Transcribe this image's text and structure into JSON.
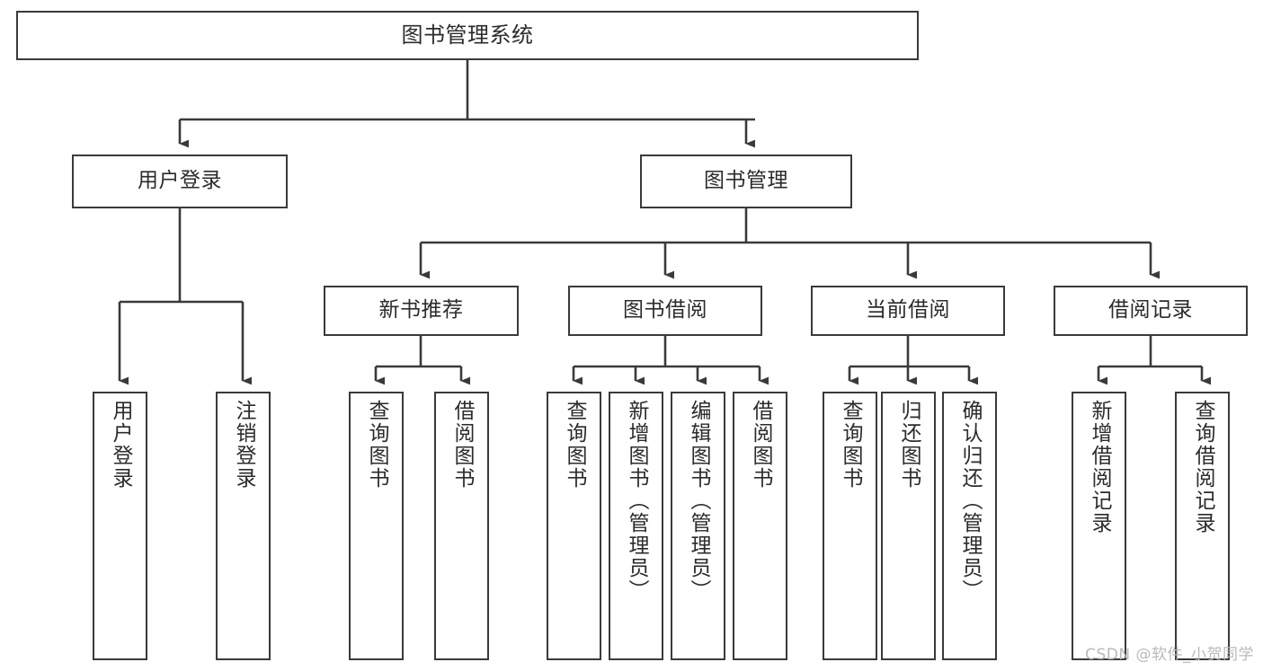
{
  "diagram": {
    "title": "图书管理系统",
    "type": "tree-hierarchy-chart",
    "colors": {
      "stroke": "#3a3a3a",
      "fill": "#ffffff",
      "text": "#2b2b2b",
      "watermark": "#b9b9b9"
    },
    "watermark": "CSDN @软件_小贺同学",
    "nodes": {
      "root": {
        "label": "图书管理系统",
        "level": 1
      },
      "user_login": {
        "label": "用户登录",
        "level": 2
      },
      "book_manage": {
        "label": "图书管理",
        "level": 2
      },
      "new_book_rec": {
        "label": "新书推荐",
        "level": 3
      },
      "book_borrow": {
        "label": "图书借阅",
        "level": 3
      },
      "current_borrow": {
        "label": "当前借阅",
        "level": 3
      },
      "borrow_record": {
        "label": "借阅记录",
        "level": 3
      },
      "leaf_user_login": {
        "label": "用户登录",
        "level": 4
      },
      "leaf_logout": {
        "label": "注销登录",
        "level": 4
      },
      "leaf_query_book_1": {
        "label": "查询图书",
        "level": 4
      },
      "leaf_borrow_book_1": {
        "label": "借阅图书",
        "level": 4
      },
      "leaf_query_book_2": {
        "label": "查询图书",
        "level": 4
      },
      "leaf_add_book": {
        "label": "新增图书（管理员）",
        "level": 4
      },
      "leaf_edit_book": {
        "label": "编辑图书（管理员）",
        "level": 4
      },
      "leaf_borrow_book_2": {
        "label": "借阅图书",
        "level": 4
      },
      "leaf_query_book_3": {
        "label": "查询图书",
        "level": 4
      },
      "leaf_return_book": {
        "label": "归还图书",
        "level": 4
      },
      "leaf_confirm_return": {
        "label": "确认归还（管理员）",
        "level": 4
      },
      "leaf_add_record": {
        "label": "新增借阅记录",
        "level": 4
      },
      "leaf_query_record": {
        "label": "查询借阅记录",
        "level": 4
      }
    },
    "edges": [
      {
        "from": "root",
        "to": "user_login"
      },
      {
        "from": "root",
        "to": "book_manage"
      },
      {
        "from": "user_login",
        "to": "leaf_user_login"
      },
      {
        "from": "user_login",
        "to": "leaf_logout"
      },
      {
        "from": "book_manage",
        "to": "new_book_rec"
      },
      {
        "from": "book_manage",
        "to": "book_borrow"
      },
      {
        "from": "book_manage",
        "to": "current_borrow"
      },
      {
        "from": "book_manage",
        "to": "borrow_record"
      },
      {
        "from": "new_book_rec",
        "to": "leaf_query_book_1"
      },
      {
        "from": "new_book_rec",
        "to": "leaf_borrow_book_1"
      },
      {
        "from": "book_borrow",
        "to": "leaf_query_book_2"
      },
      {
        "from": "book_borrow",
        "to": "leaf_add_book"
      },
      {
        "from": "book_borrow",
        "to": "leaf_edit_book"
      },
      {
        "from": "book_borrow",
        "to": "leaf_borrow_book_2"
      },
      {
        "from": "current_borrow",
        "to": "leaf_query_book_3"
      },
      {
        "from": "current_borrow",
        "to": "leaf_return_book"
      },
      {
        "from": "current_borrow",
        "to": "leaf_confirm_return"
      },
      {
        "from": "borrow_record",
        "to": "leaf_add_record"
      },
      {
        "from": "borrow_record",
        "to": "leaf_query_record"
      }
    ]
  }
}
